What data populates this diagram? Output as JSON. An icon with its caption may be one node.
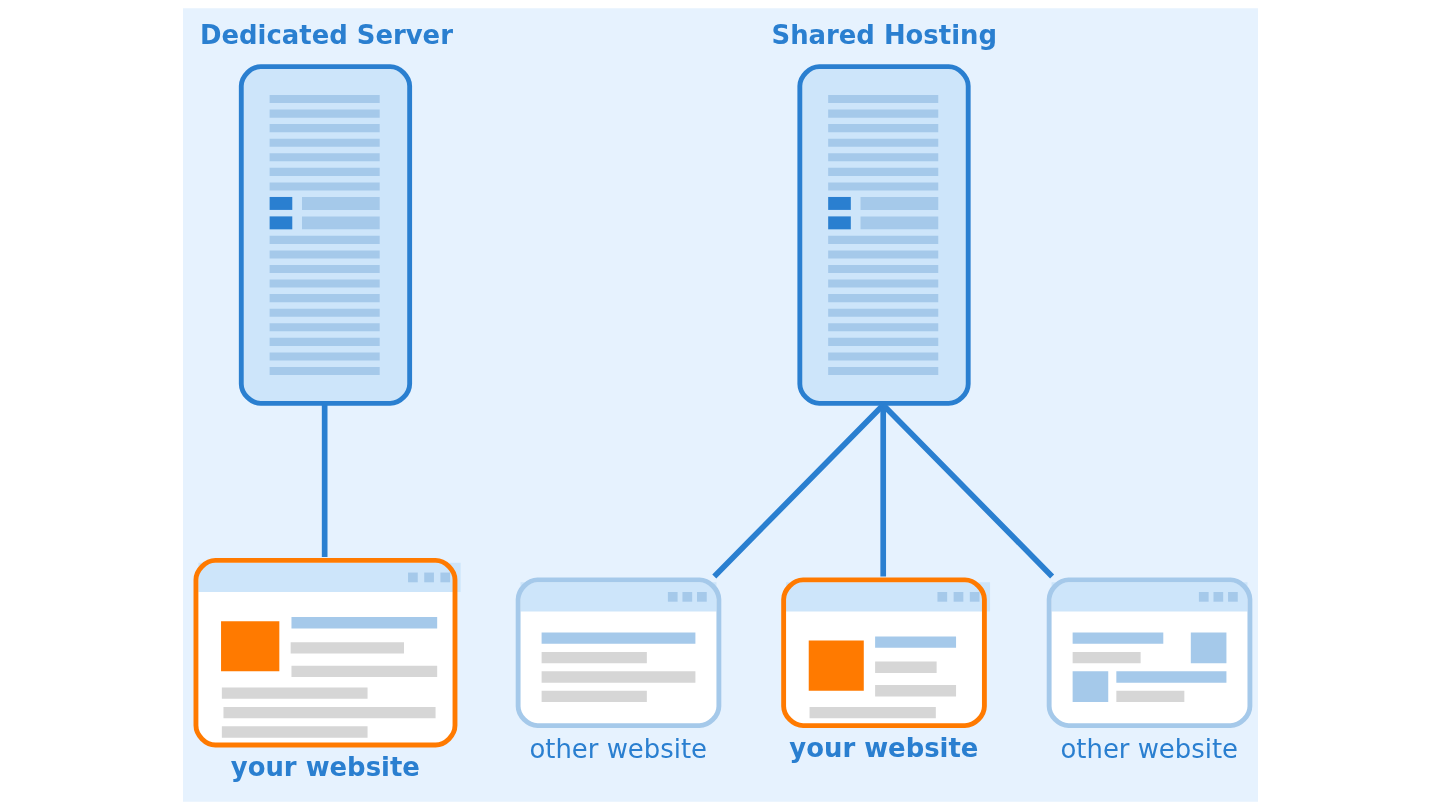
{
  "diagram": {
    "nodes": [
      {
        "text": [
          "Dedicated Server"
        ]
      },
      {
        "text": [],
        "shape": "picture",
        "beside": [
          "your website"
        ]
      },
      {
        "text": [
          "Shared Hosting"
        ]
      },
      {
        "text": [],
        "shape": "picture",
        "beside": [
          "other website"
        ]
      },
      {
        "text": [],
        "shape": "picture",
        "beside": [
          "your website"
        ]
      },
      {
        "text": [],
        "shape": "picture",
        "beside": [
          "other website"
        ]
      }
    ],
    "edges": [
      {
        "from": 0,
        "to": 1,
        "arrow": "none"
      },
      {
        "from": 2,
        "to": 3,
        "arrow": "none"
      },
      {
        "from": 2,
        "to": 4,
        "arrow": "none"
      },
      {
        "from": 2,
        "to": 5,
        "arrow": "none"
      }
    ]
  }
}
